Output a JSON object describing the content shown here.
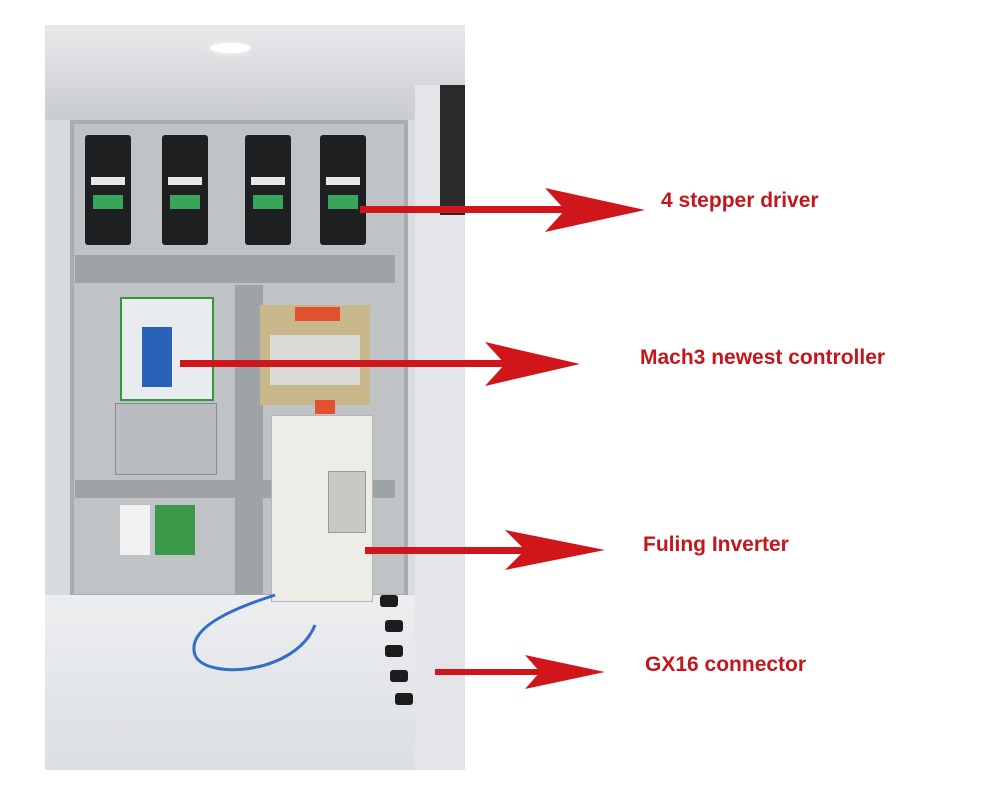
{
  "labels": {
    "stepper": "4 stepper driver",
    "controller": "Mach3 newest controller",
    "inverter": "Fuling Inverter",
    "connector": "GX16 connector"
  },
  "colors": {
    "label": "#c4161c",
    "arrow": "#d0151b"
  }
}
